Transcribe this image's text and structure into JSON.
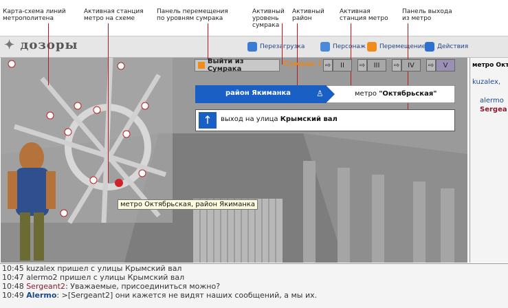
{
  "annotations": {
    "map": "Карта-схема линий метрополитена",
    "active_station": "Активная станция метро на схеме",
    "level_panel": "Панель перемещения по уровням сумрака",
    "active_level": "Активный уровень сумрака",
    "active_district": "Активный район",
    "active_metro": "Активная станция метро",
    "exit_panel": "Панель выхода из метро"
  },
  "toolbar": {
    "logo": "дозоры",
    "reload": "Перезагрузка",
    "character": "Персонаж",
    "move": "Перемещение",
    "actions": "Действия"
  },
  "scene": {
    "exit_sumrak": "Выйти из Сумрака",
    "sumrak_label": "Сумрак I",
    "levels": [
      "II",
      "III",
      "IV",
      "V"
    ],
    "district": "район Якиманка",
    "metro_prefix": "метро",
    "metro_name": "\"Октябрьская\"",
    "exit_prefix": "выход на улица",
    "exit_street": "Крымский вал",
    "tooltip": "метро Октябрьская, район Якиманка"
  },
  "sidepanel": {
    "title": "метро Окт",
    "user1": "kuzalex,",
    "user2": "alermo",
    "user3": "Sergea"
  },
  "chat": [
    {
      "time": "10:45",
      "text": "kuzalex пришел с улицы Крымский вал"
    },
    {
      "time": "10:47",
      "text": "alermo2 пришел с улицы Крымский вал"
    },
    {
      "time": "10:48",
      "nick": "Sergeant2",
      "text": ": Уважаемые, присоединиться можно?"
    },
    {
      "time": "10:49",
      "nick": "Alermo",
      "text": ": >[Sergeant2] они кажется не видят наших сообщений, а мы их."
    }
  ],
  "colors": {
    "accent": "#1a5fc4",
    "sumrak": "#e0892a",
    "nick": "#8b1a2e"
  }
}
